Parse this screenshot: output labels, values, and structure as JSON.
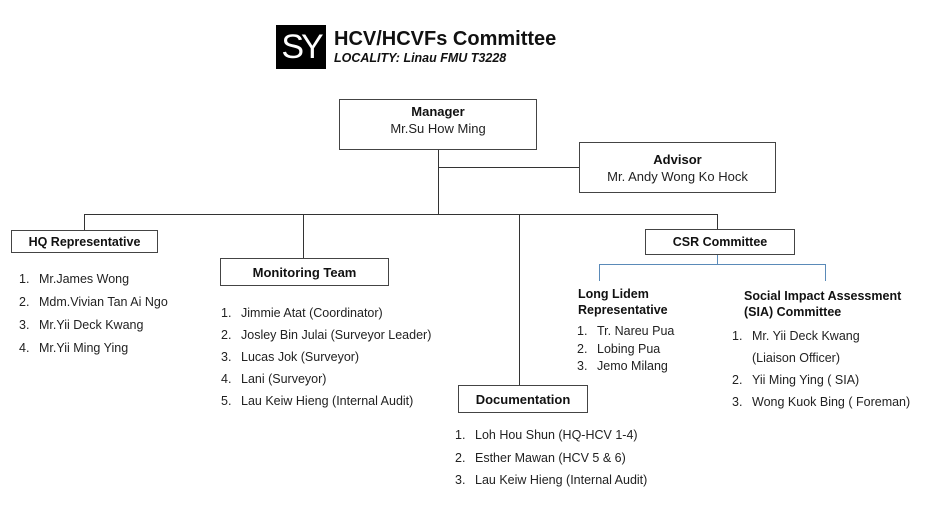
{
  "header": {
    "logo_text": "SY",
    "title": "HCV/HCVFs Committee",
    "locality": "LOCALITY: Linau FMU T3228"
  },
  "manager": {
    "title": "Manager",
    "name": "Mr.Su How Ming"
  },
  "advisor": {
    "title": "Advisor",
    "name": "Mr. Andy Wong Ko Hock"
  },
  "hq": {
    "title": "HQ Representative",
    "members": [
      "Mr.James Wong",
      "Mdm.Vivian Tan Ai Ngo",
      "Mr.Yii Deck Kwang",
      "Mr.Yii Ming Ying"
    ]
  },
  "monitoring": {
    "title": "Monitoring Team",
    "members": [
      "Jimmie Atat (Coordinator)",
      "Josley Bin Julai (Surveyor Leader)",
      "Lucas Jok (Surveyor)",
      "Lani (Surveyor)",
      "Lau Keiw Hieng (Internal Audit)"
    ]
  },
  "documentation": {
    "title": "Documentation",
    "members": [
      "Loh Hou Shun (HQ-HCV 1-4)",
      "Esther Mawan (HCV 5 & 6)",
      "Lau Keiw Hieng (Internal Audit)"
    ]
  },
  "csr": {
    "title": "CSR Committee",
    "long_lidem": {
      "title_line1": "Long Lidem",
      "title_line2": "Representative",
      "members": [
        "Tr. Nareu Pua",
        "Lobing Pua",
        "Jemo Milang"
      ]
    },
    "sia": {
      "title_line1": "Social Impact Assessment",
      "title_line2": "(SIA) Committee",
      "members": [
        {
          "line1": "Mr. Yii Deck Kwang",
          "line2": "(Liaison Officer)"
        },
        {
          "line1": "Yii Ming Ying ( SIA)"
        },
        {
          "line1": "Wong Kuok Bing ( Foreman)"
        }
      ]
    }
  }
}
